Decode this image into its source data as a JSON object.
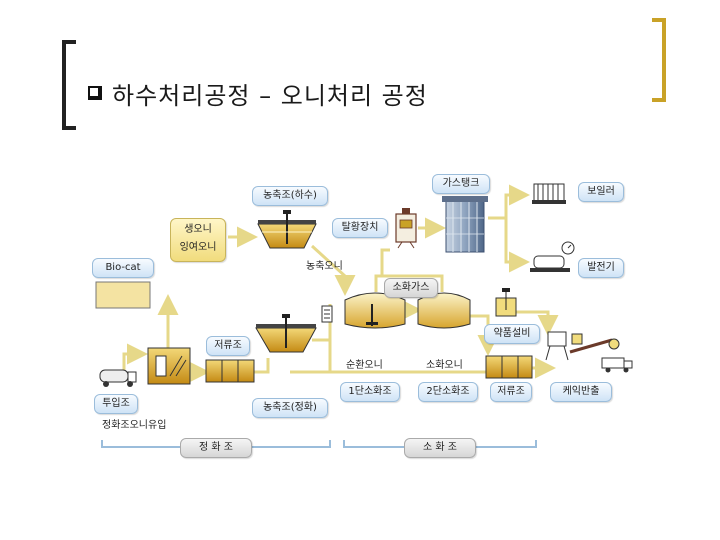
{
  "title": "하수처리공정 – 오니처리 공정",
  "colors": {
    "arrow": "#e6d889",
    "bracket_left": "#222222",
    "bracket_right": "#c9a227",
    "sludge": "#d7a52e",
    "label_blue": "#cfe3f6",
    "label_yellow": "#f1dc7d"
  },
  "nodes": {
    "thickener_top": "농축조(하수)",
    "raw_sludge": "생오니",
    "excess_sludge": "잉여오니",
    "thickened_sludge": "농축오니",
    "desulfurizer": "탈황장치",
    "gas_tank": "가스탱크",
    "boiler": "보일러",
    "generator": "발전기",
    "digestion_gas": "소화가스",
    "biocat": "Bio-cat",
    "storage_left": "저류조",
    "return_sludge": "순환오니",
    "digested_sludge": "소화오니",
    "chemical": "약품설비",
    "digester1": "1단소화조",
    "digester2": "2단소화조",
    "storage_right": "저류조",
    "cake": "케익반출",
    "inflow": "투입조",
    "septic_inflow": "정화조오니유입",
    "thickener_bottom": "농축조(정화)",
    "section_septic": "정 화 조",
    "section_digestion": "소 화 조"
  }
}
